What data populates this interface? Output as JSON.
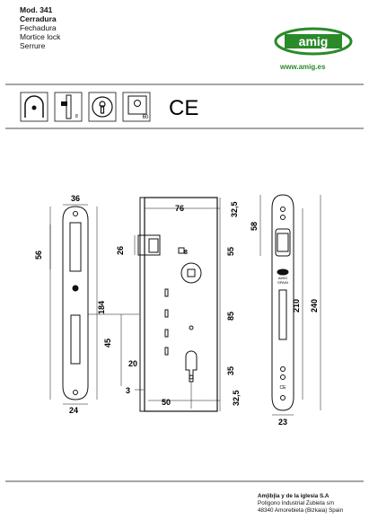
{
  "header": {
    "model": "Mod. 341",
    "name_es": "Cerradura",
    "name_ca": "Fechadura",
    "name_en": "Mortice lock",
    "name_fr": "Serrure",
    "logo_text": "amig",
    "website": "www.amig.es"
  },
  "icons": {
    "symbol_1": "deadbolt-icon",
    "symbol_2": "latch-icon",
    "symbol_2_value": "8",
    "symbol_3": "euro-cylinder-icon",
    "symbol_4": "backset-icon",
    "symbol_4_value": "60",
    "ce_mark": "CE"
  },
  "dimensions": {
    "faceplate_width": "36",
    "strike_56": "56",
    "strike_184": "184",
    "strike_45": "45",
    "strike_24": "24",
    "strike_20": "20",
    "body_76": "76",
    "body_26": "26",
    "follower_8": "8",
    "body_3": "3",
    "body_50": "50",
    "right_32_5_top": "32,5",
    "right_55": "55",
    "right_85": "85",
    "right_35": "35",
    "right_32_5_bottom": "32,5",
    "plate_58": "58",
    "plate_210": "210",
    "plate_240": "240",
    "plate_23": "23"
  },
  "plate_marks": {
    "brand": "AMIG",
    "origin": "SPAIN",
    "ce": "CE"
  },
  "footer": {
    "line1": "Am|ib|ia y de la iglesia S.A",
    "line2": "Polígono Industrial Zubieta s/n",
    "line3": "48340 Amorebieta (Bizkaia) Spain"
  }
}
